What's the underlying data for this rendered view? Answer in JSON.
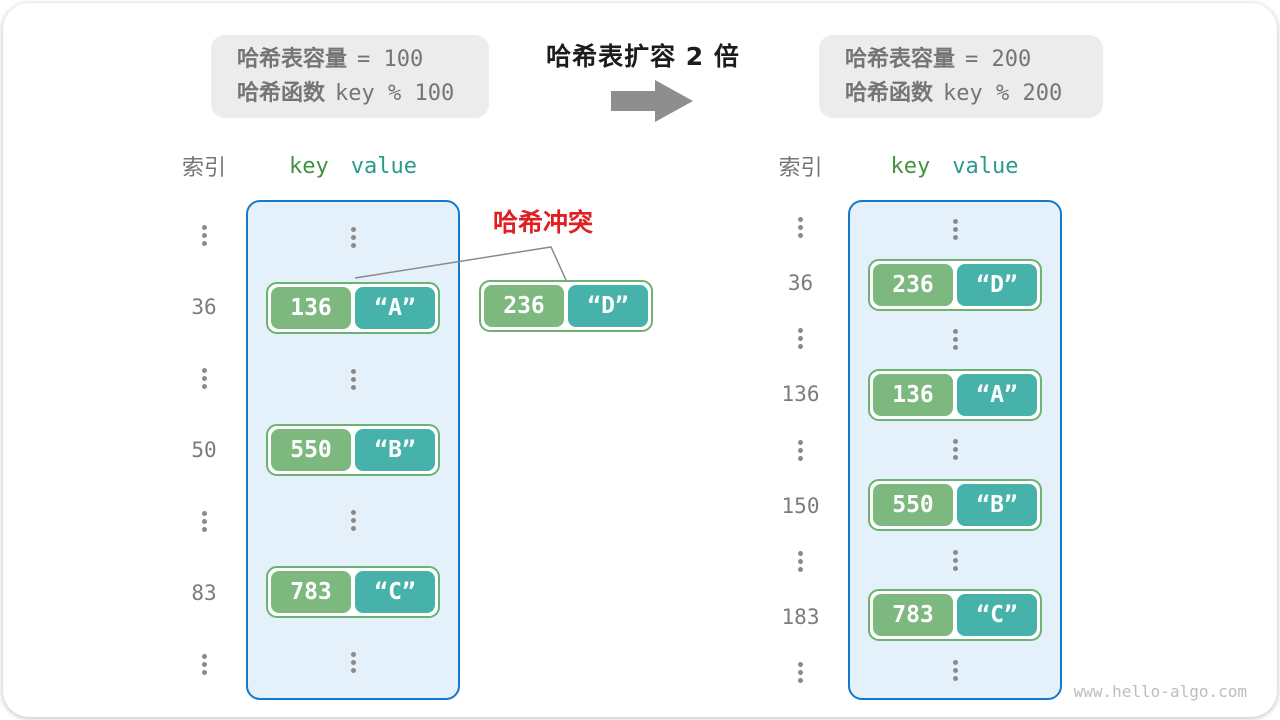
{
  "colors": {
    "info-bg": "#ececec",
    "gray-text": "#757575",
    "key-header": "#43913f",
    "value-header": "#2b9a8e",
    "bucket-bg": "#e4f0fa",
    "bucket-border": "#1778c8",
    "pair-border": "#6cb270",
    "key-block": "#7db87f",
    "value-block": "#47b2a9",
    "dots": "#8a8a8a",
    "conflict-red": "#e02020",
    "arrow-gray": "#8e8e8e"
  },
  "left_info": {
    "capacity_label": "哈希表容量",
    "capacity_value": "= 100",
    "function_label": "哈希函数",
    "function_value": "key % 100"
  },
  "right_info": {
    "capacity_label": "哈希表容量",
    "capacity_value": "= 200",
    "function_label": "哈希函数",
    "function_value": "key % 200"
  },
  "transition": {
    "title": "哈希表扩容 2 倍"
  },
  "conflict": {
    "label": "哈希冲突",
    "pair": {
      "key": "236",
      "value": "“D”"
    }
  },
  "left_table": {
    "index_header": "索引",
    "key_header": "key",
    "value_header": "value",
    "rows": [
      {
        "type": "dots"
      },
      {
        "type": "pair",
        "index": "36",
        "key": "136",
        "value": "“A”"
      },
      {
        "type": "dots"
      },
      {
        "type": "pair",
        "index": "50",
        "key": "550",
        "value": "“B”"
      },
      {
        "type": "dots"
      },
      {
        "type": "pair",
        "index": "83",
        "key": "783",
        "value": "“C”"
      },
      {
        "type": "dots"
      }
    ]
  },
  "right_table": {
    "index_header": "索引",
    "key_header": "key",
    "value_header": "value",
    "rows": [
      {
        "type": "dots"
      },
      {
        "type": "pair",
        "index": "36",
        "key": "236",
        "value": "“D”"
      },
      {
        "type": "dots"
      },
      {
        "type": "pair",
        "index": "136",
        "key": "136",
        "value": "“A”"
      },
      {
        "type": "dots"
      },
      {
        "type": "pair",
        "index": "150",
        "key": "550",
        "value": "“B”"
      },
      {
        "type": "dots"
      },
      {
        "type": "pair",
        "index": "183",
        "key": "783",
        "value": "“C”"
      },
      {
        "type": "dots"
      }
    ]
  },
  "watermark": "www.hello-algo.com"
}
